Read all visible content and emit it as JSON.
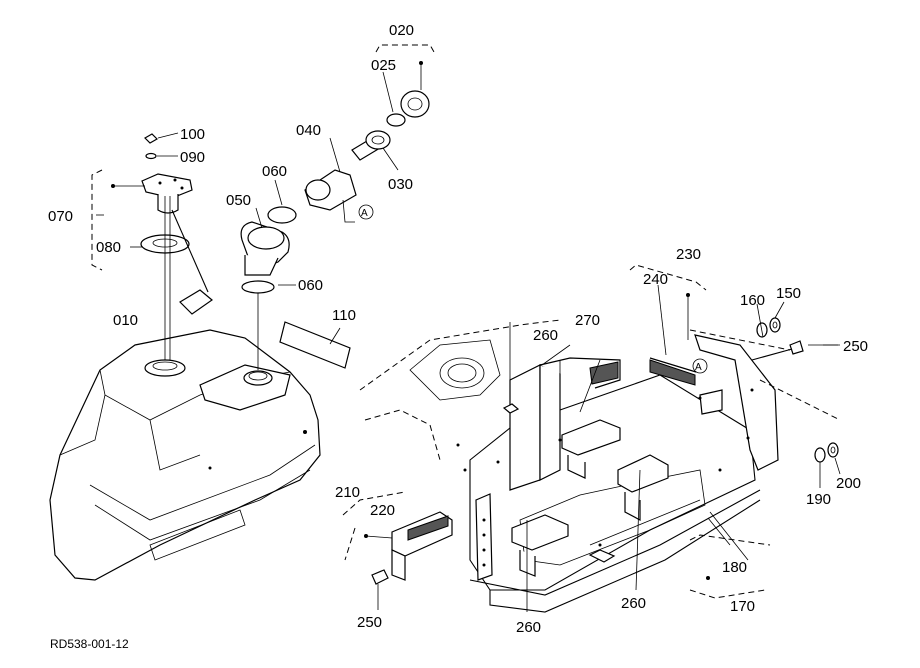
{
  "diagram": {
    "labels": [
      "020",
      "025",
      "030",
      "040",
      "060",
      "060",
      "050",
      "100",
      "090",
      "070",
      "080",
      "010",
      "110",
      "230",
      "240",
      "160",
      "150",
      "250",
      "270",
      "260",
      "190",
      "200",
      "210",
      "220",
      "180",
      "170",
      "260",
      "250",
      "260"
    ],
    "ref_markers": [
      "A",
      "A"
    ],
    "drawing_code": "RD538-001-12"
  }
}
